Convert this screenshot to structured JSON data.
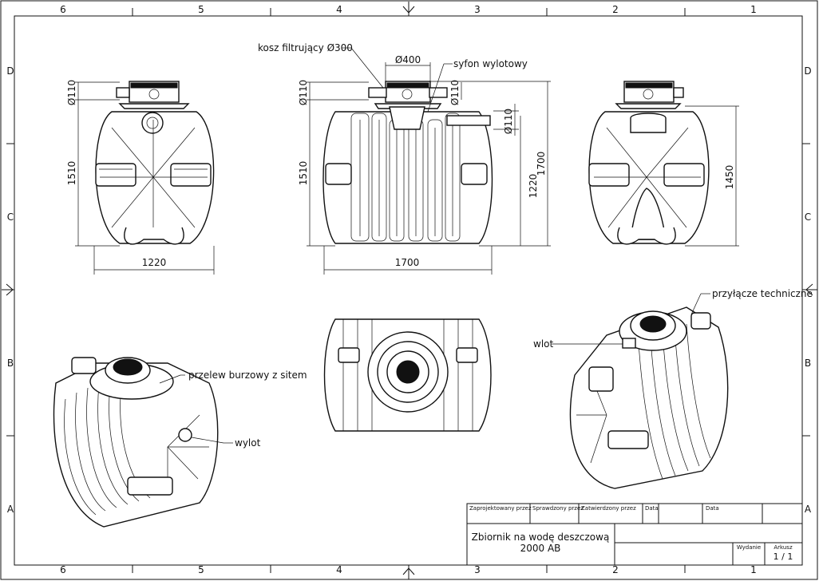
{
  "border": {
    "columns": [
      "6",
      "5",
      "4",
      "3",
      "2",
      "1"
    ],
    "rows": [
      "D",
      "C",
      "B",
      "A"
    ]
  },
  "labels": {
    "filter_basket": "kosz filtrujący Ø300",
    "outlet_siphon": "syfon wylotowy",
    "overflow": "przelew burzowy z sitem",
    "outlet": "wylot",
    "inlet": "wlot",
    "tech_connections": "przyłącze techniczne"
  },
  "dimensions": {
    "left_pipe": "Ø110",
    "left_height": "1510",
    "left_width": "1220",
    "mid_pipe_left": "Ø110",
    "mid_height": "1510",
    "mid_width": "1700",
    "mid_top": "Ø400",
    "mid_pipe_right": "Ø110",
    "mid_side_pipe": "Ø110",
    "mid_inner_height": "1220",
    "mid_total_height": "1700",
    "right_height": "1450"
  },
  "title_block": {
    "designed": "Zaprojektowany przez",
    "checked": "Sprawdzony przez",
    "approved": "Zatwierdzony przez",
    "date1": "Data",
    "date2": "Data",
    "title_line1": "Zbiornik na wodę deszczową",
    "title_line2": "2000 AB",
    "edition": "Wydanie",
    "sheet": "Arkusz",
    "sheet_value": "1 / 1"
  }
}
